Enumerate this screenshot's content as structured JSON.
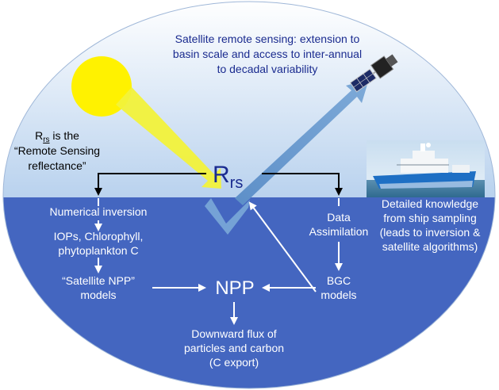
{
  "satellite_text": {
    "line1": "Satellite remote sensing: extension to",
    "line2": "basin scale and access to inter-annual",
    "line3": "to decadal variability"
  },
  "rrs_definition": {
    "r": "R",
    "sub": "rs",
    "line1_rest": " is the",
    "line2": "“Remote Sensing",
    "line3": "reflectance”"
  },
  "rrs_center": {
    "r": "R",
    "sub": "rs"
  },
  "numerical_inversion": "Numerical inversion",
  "iops": {
    "line1": "IOPs, Chlorophyll,",
    "line2": "phytoplankton C"
  },
  "satellite_npp": {
    "line1": "“Satellite NPP”",
    "line2": "models"
  },
  "npp": "NPP",
  "data_assimilation": {
    "line1": "Data",
    "line2": "Assimilation"
  },
  "bgc": {
    "line1": "BGC",
    "line2": "models"
  },
  "downward_flux": {
    "line1": "Downward flux of",
    "line2": "particles and carbon",
    "line3": "(C export)"
  },
  "ship_text": {
    "line1": "Detailed knowledge",
    "line2": "from ship sampling",
    "line3": "(leads to inversion &",
    "line4": "satellite algorithms)"
  },
  "colors": {
    "sky_top": "#ffffff",
    "sky_bottom": "#b9d2ee",
    "ocean": "#4466c0",
    "sun": "#fff200",
    "sun_ray": "#f2f23a",
    "upwelling": "#6b9bcf",
    "satellite_text": "#1a2b8f",
    "white_text": "#ffffff"
  },
  "icons": [
    "sun-icon",
    "satellite-icon",
    "ship-photo"
  ]
}
